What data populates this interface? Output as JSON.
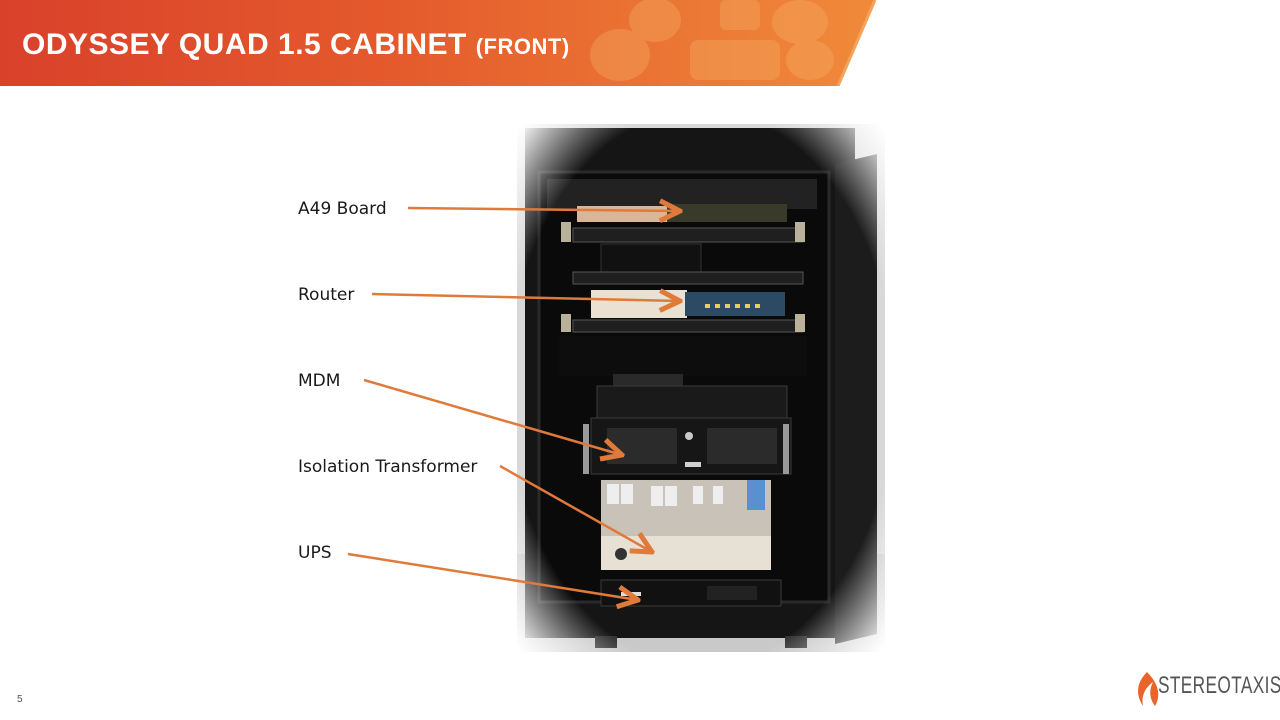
{
  "slide": {
    "title_main": "ODYSSEY QUAD 1.5 CABINET",
    "title_sub": "(FRONT)",
    "page_number": "5"
  },
  "labels": {
    "a49_board": "A49 Board",
    "router": "Router",
    "mdm": "MDM",
    "isolation_transformer": "Isolation Transformer",
    "ups": "UPS"
  },
  "logo": {
    "text": "STEREOTAXIS"
  },
  "colors": {
    "banner_orange": "#e8642a",
    "banner_red": "#d9412b",
    "arrow": "#e07a3a",
    "cabinet": "#111111"
  }
}
